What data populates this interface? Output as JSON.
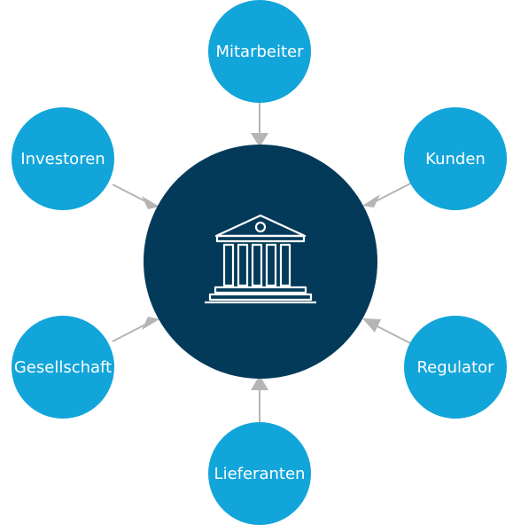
{
  "colors": {
    "node_fill": "#12a5d9",
    "center_fill": "#033a5a",
    "arrow": "#b5b5b5",
    "label": "#ffffff",
    "icon_stroke": "#ffffff"
  },
  "center": {
    "icon": "bank-building-icon"
  },
  "nodes": {
    "top": {
      "label": "Mitarbeiter"
    },
    "top_right": {
      "label": "Kunden"
    },
    "top_left": {
      "label": "Investoren"
    },
    "bottom_left": {
      "label": "Gesellschaft"
    },
    "bottom_right": {
      "label": "Regulator"
    },
    "bottom": {
      "label": "Lieferanten"
    }
  }
}
